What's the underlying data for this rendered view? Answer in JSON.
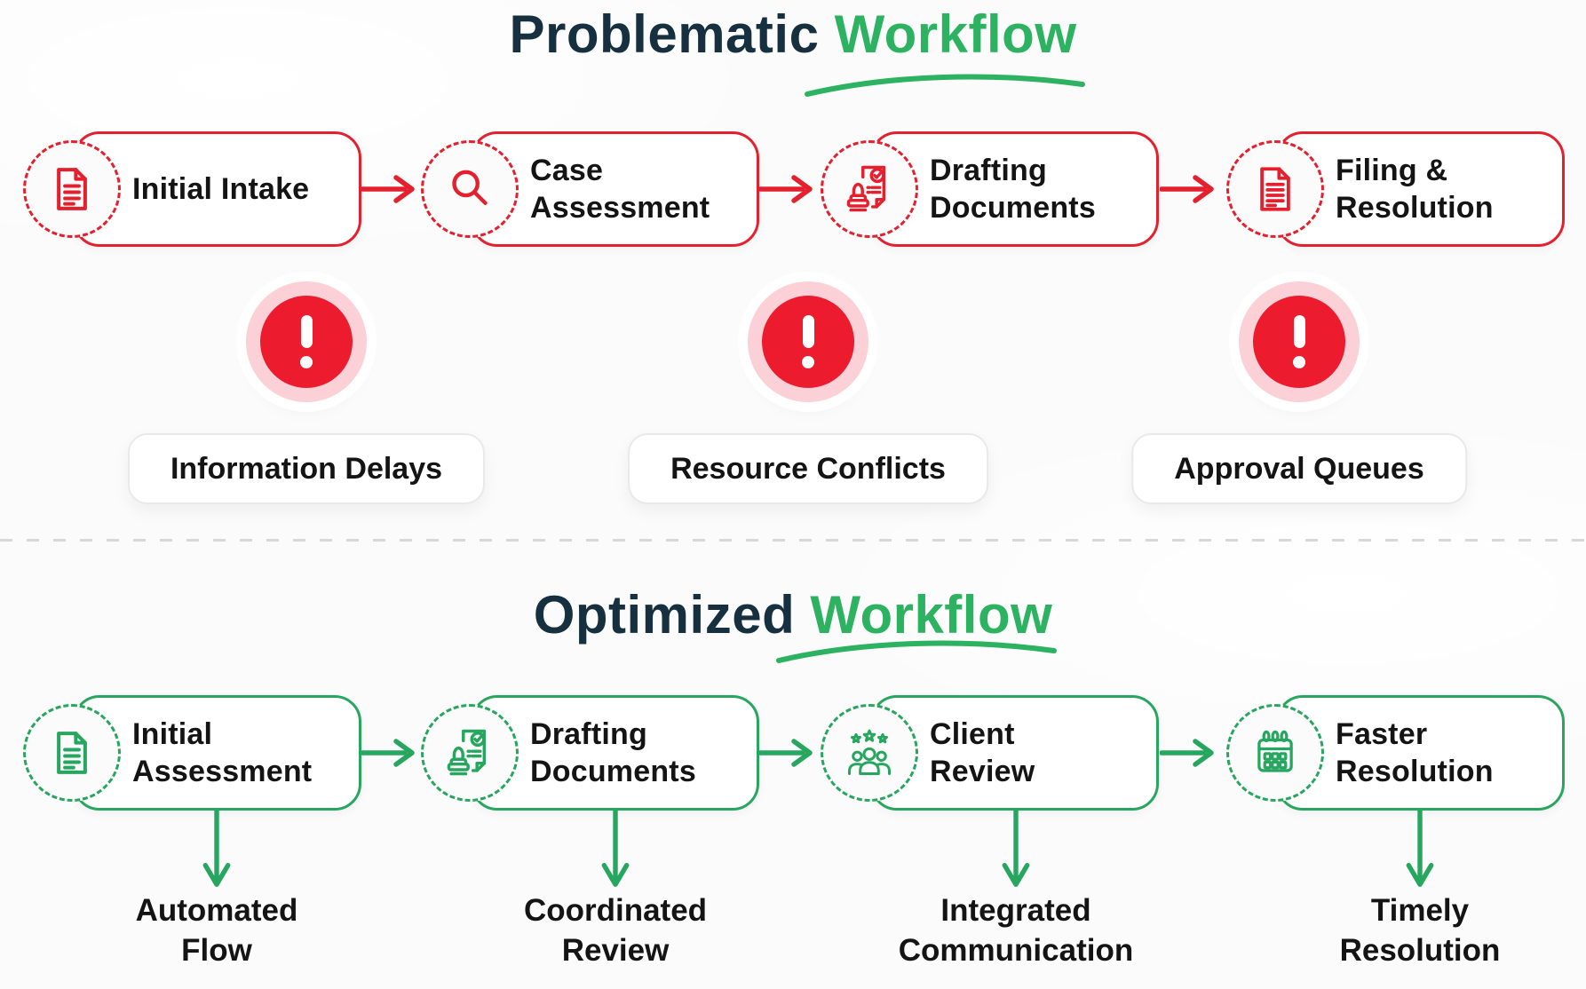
{
  "colors": {
    "red": "#e5202e",
    "red-fill": "#ec1b2e",
    "pink": "#fbd0d6",
    "green": "#27a65f",
    "green-bright": "#2cb261",
    "navy": "#16303f",
    "text": "#141414",
    "bg": "#fbfbfb",
    "pill-border": "#e9e9e9",
    "divider": "#d8d8d8"
  },
  "problematic": {
    "title_primary": "Problematic",
    "title_accent": "Workflow",
    "nodes": [
      {
        "label": "Initial Intake",
        "icon": "document-icon",
        "lines": [
          "Initial Intake"
        ]
      },
      {
        "label": "Case Assessment",
        "icon": "search-icon",
        "lines": [
          "Case",
          "Assessment"
        ]
      },
      {
        "label": "Drafting Documents",
        "icon": "stamp-icon",
        "lines": [
          "Drafting",
          "Documents"
        ]
      },
      {
        "label": "Filing & Resolution",
        "icon": "file-text-icon",
        "lines": [
          "Filing &",
          "Resolution"
        ]
      }
    ],
    "issues": [
      {
        "label": "Information Delays"
      },
      {
        "label": "Resource Conflicts"
      },
      {
        "label": "Approval Queues"
      }
    ]
  },
  "optimized": {
    "title_primary": "Optimized",
    "title_accent": "Workflow",
    "nodes": [
      {
        "label": "Initial Assessment",
        "icon": "document-icon",
        "lines": [
          "Initial",
          "Assessment"
        ],
        "benefit": "Automated Flow",
        "benefit_lines": [
          "Automated",
          "Flow"
        ]
      },
      {
        "label": "Drafting Documents",
        "icon": "stamp-icon",
        "lines": [
          "Drafting",
          "Documents"
        ],
        "benefit": "Coordinated Review",
        "benefit_lines": [
          "Coordinated",
          "Review"
        ]
      },
      {
        "label": "Client Review",
        "icon": "clients-icon",
        "lines": [
          "Client",
          "Review"
        ],
        "benefit": "Integrated Communication",
        "benefit_lines": [
          "Integrated",
          "Communication"
        ]
      },
      {
        "label": "Faster Resolution",
        "icon": "calendar-icon",
        "lines": [
          "Faster",
          "Resolution"
        ],
        "benefit": "Timely Resolution",
        "benefit_lines": [
          "Timely",
          "Resolution"
        ]
      }
    ]
  }
}
